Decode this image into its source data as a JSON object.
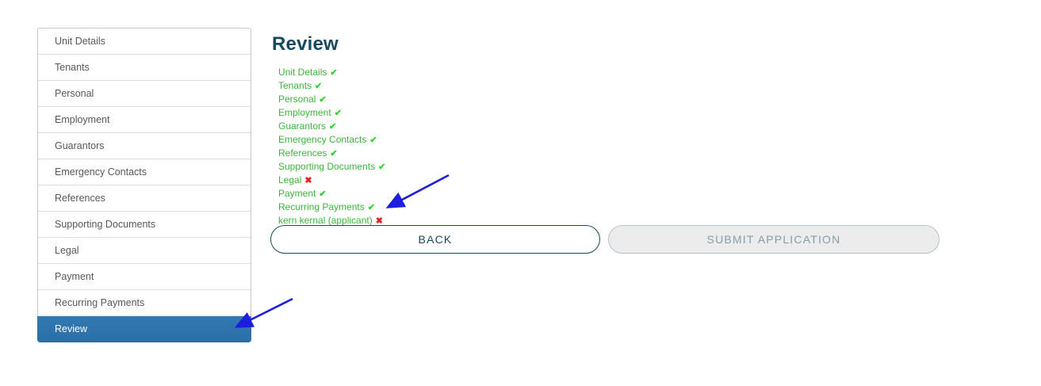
{
  "sidebar": {
    "items": [
      {
        "label": "Unit Details",
        "selected": false
      },
      {
        "label": "Tenants",
        "selected": false
      },
      {
        "label": "Personal",
        "selected": false
      },
      {
        "label": "Employment",
        "selected": false
      },
      {
        "label": "Guarantors",
        "selected": false
      },
      {
        "label": "Emergency Contacts",
        "selected": false
      },
      {
        "label": "References",
        "selected": false
      },
      {
        "label": "Supporting Documents",
        "selected": false
      },
      {
        "label": "Legal",
        "selected": false
      },
      {
        "label": "Payment",
        "selected": false
      },
      {
        "label": "Recurring Payments",
        "selected": false
      },
      {
        "label": "Review",
        "selected": true
      }
    ]
  },
  "main": {
    "heading": "Review",
    "checklist": [
      {
        "label": "Unit Details",
        "status": "complete"
      },
      {
        "label": "Tenants",
        "status": "complete"
      },
      {
        "label": "Personal",
        "status": "complete"
      },
      {
        "label": "Employment",
        "status": "complete"
      },
      {
        "label": "Guarantors",
        "status": "complete"
      },
      {
        "label": "Emergency Contacts",
        "status": "complete"
      },
      {
        "label": "References",
        "status": "complete"
      },
      {
        "label": "Supporting Documents",
        "status": "complete"
      },
      {
        "label": "Legal",
        "status": "incomplete"
      },
      {
        "label": "Payment",
        "status": "complete"
      },
      {
        "label": "Recurring Payments",
        "status": "complete"
      },
      {
        "label": "kern kernal (applicant)",
        "status": "incomplete"
      }
    ],
    "status_icons": {
      "complete": "✔",
      "incomplete": "✖"
    }
  },
  "buttons": {
    "back": "BACK",
    "submit": "SUBMIT APPLICATION"
  },
  "colors": {
    "selected_item_blue": "#2d72ab",
    "heading_teal": "#164a60",
    "checklist_green": "#3cb43c",
    "check_icon_green": "#2ed32e",
    "cross_icon_red": "#e01f1f",
    "arrow_blue": "#1d1de0",
    "submit_disabled_bg": "#ececec",
    "submit_disabled_text": "#869da7"
  }
}
